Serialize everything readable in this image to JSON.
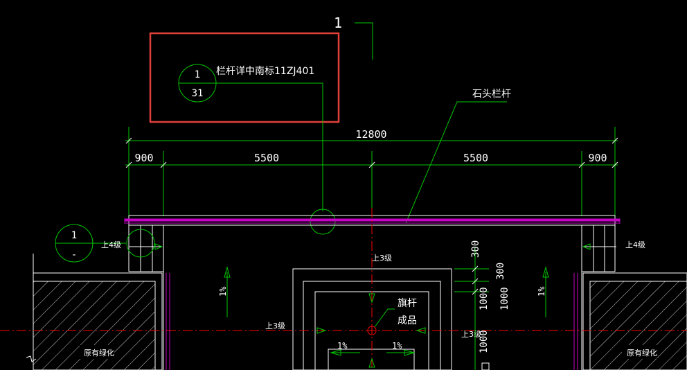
{
  "colors": {
    "background": "#000000",
    "green": "#00c800",
    "white": "#ffffff",
    "red": "#ff0000",
    "magenta": "#c800c8",
    "highlight": "#e0403a"
  },
  "sheet": {
    "mark": "1"
  },
  "callout": {
    "text": "栏杆详中南标11ZJ401",
    "num_top": "1",
    "num_bottom": "31"
  },
  "left_detail": {
    "num_top": "1",
    "num_bottom": "-"
  },
  "stone_railing": "石头栏杆",
  "dims": {
    "total": "12800",
    "left_900": "900",
    "left_5500": "5500",
    "right_5500": "5500",
    "right_900": "900",
    "v_300a": "300",
    "v_300b": "300",
    "v_1000a": "1000",
    "v_1000b": "1000"
  },
  "levels": {
    "left_up4": "上4级",
    "right_up4": "上4级",
    "center_up3": "上3级",
    "left_up3": "上3级",
    "right_up3": "上3级"
  },
  "slopes": {
    "left": "1%",
    "right": "1%",
    "center_left": "1%",
    "center_right": "1%"
  },
  "flagpole": {
    "line1": "旗杆",
    "line2": "成品"
  },
  "greenery": {
    "left": "原有绿化",
    "right": "原有绿化"
  }
}
